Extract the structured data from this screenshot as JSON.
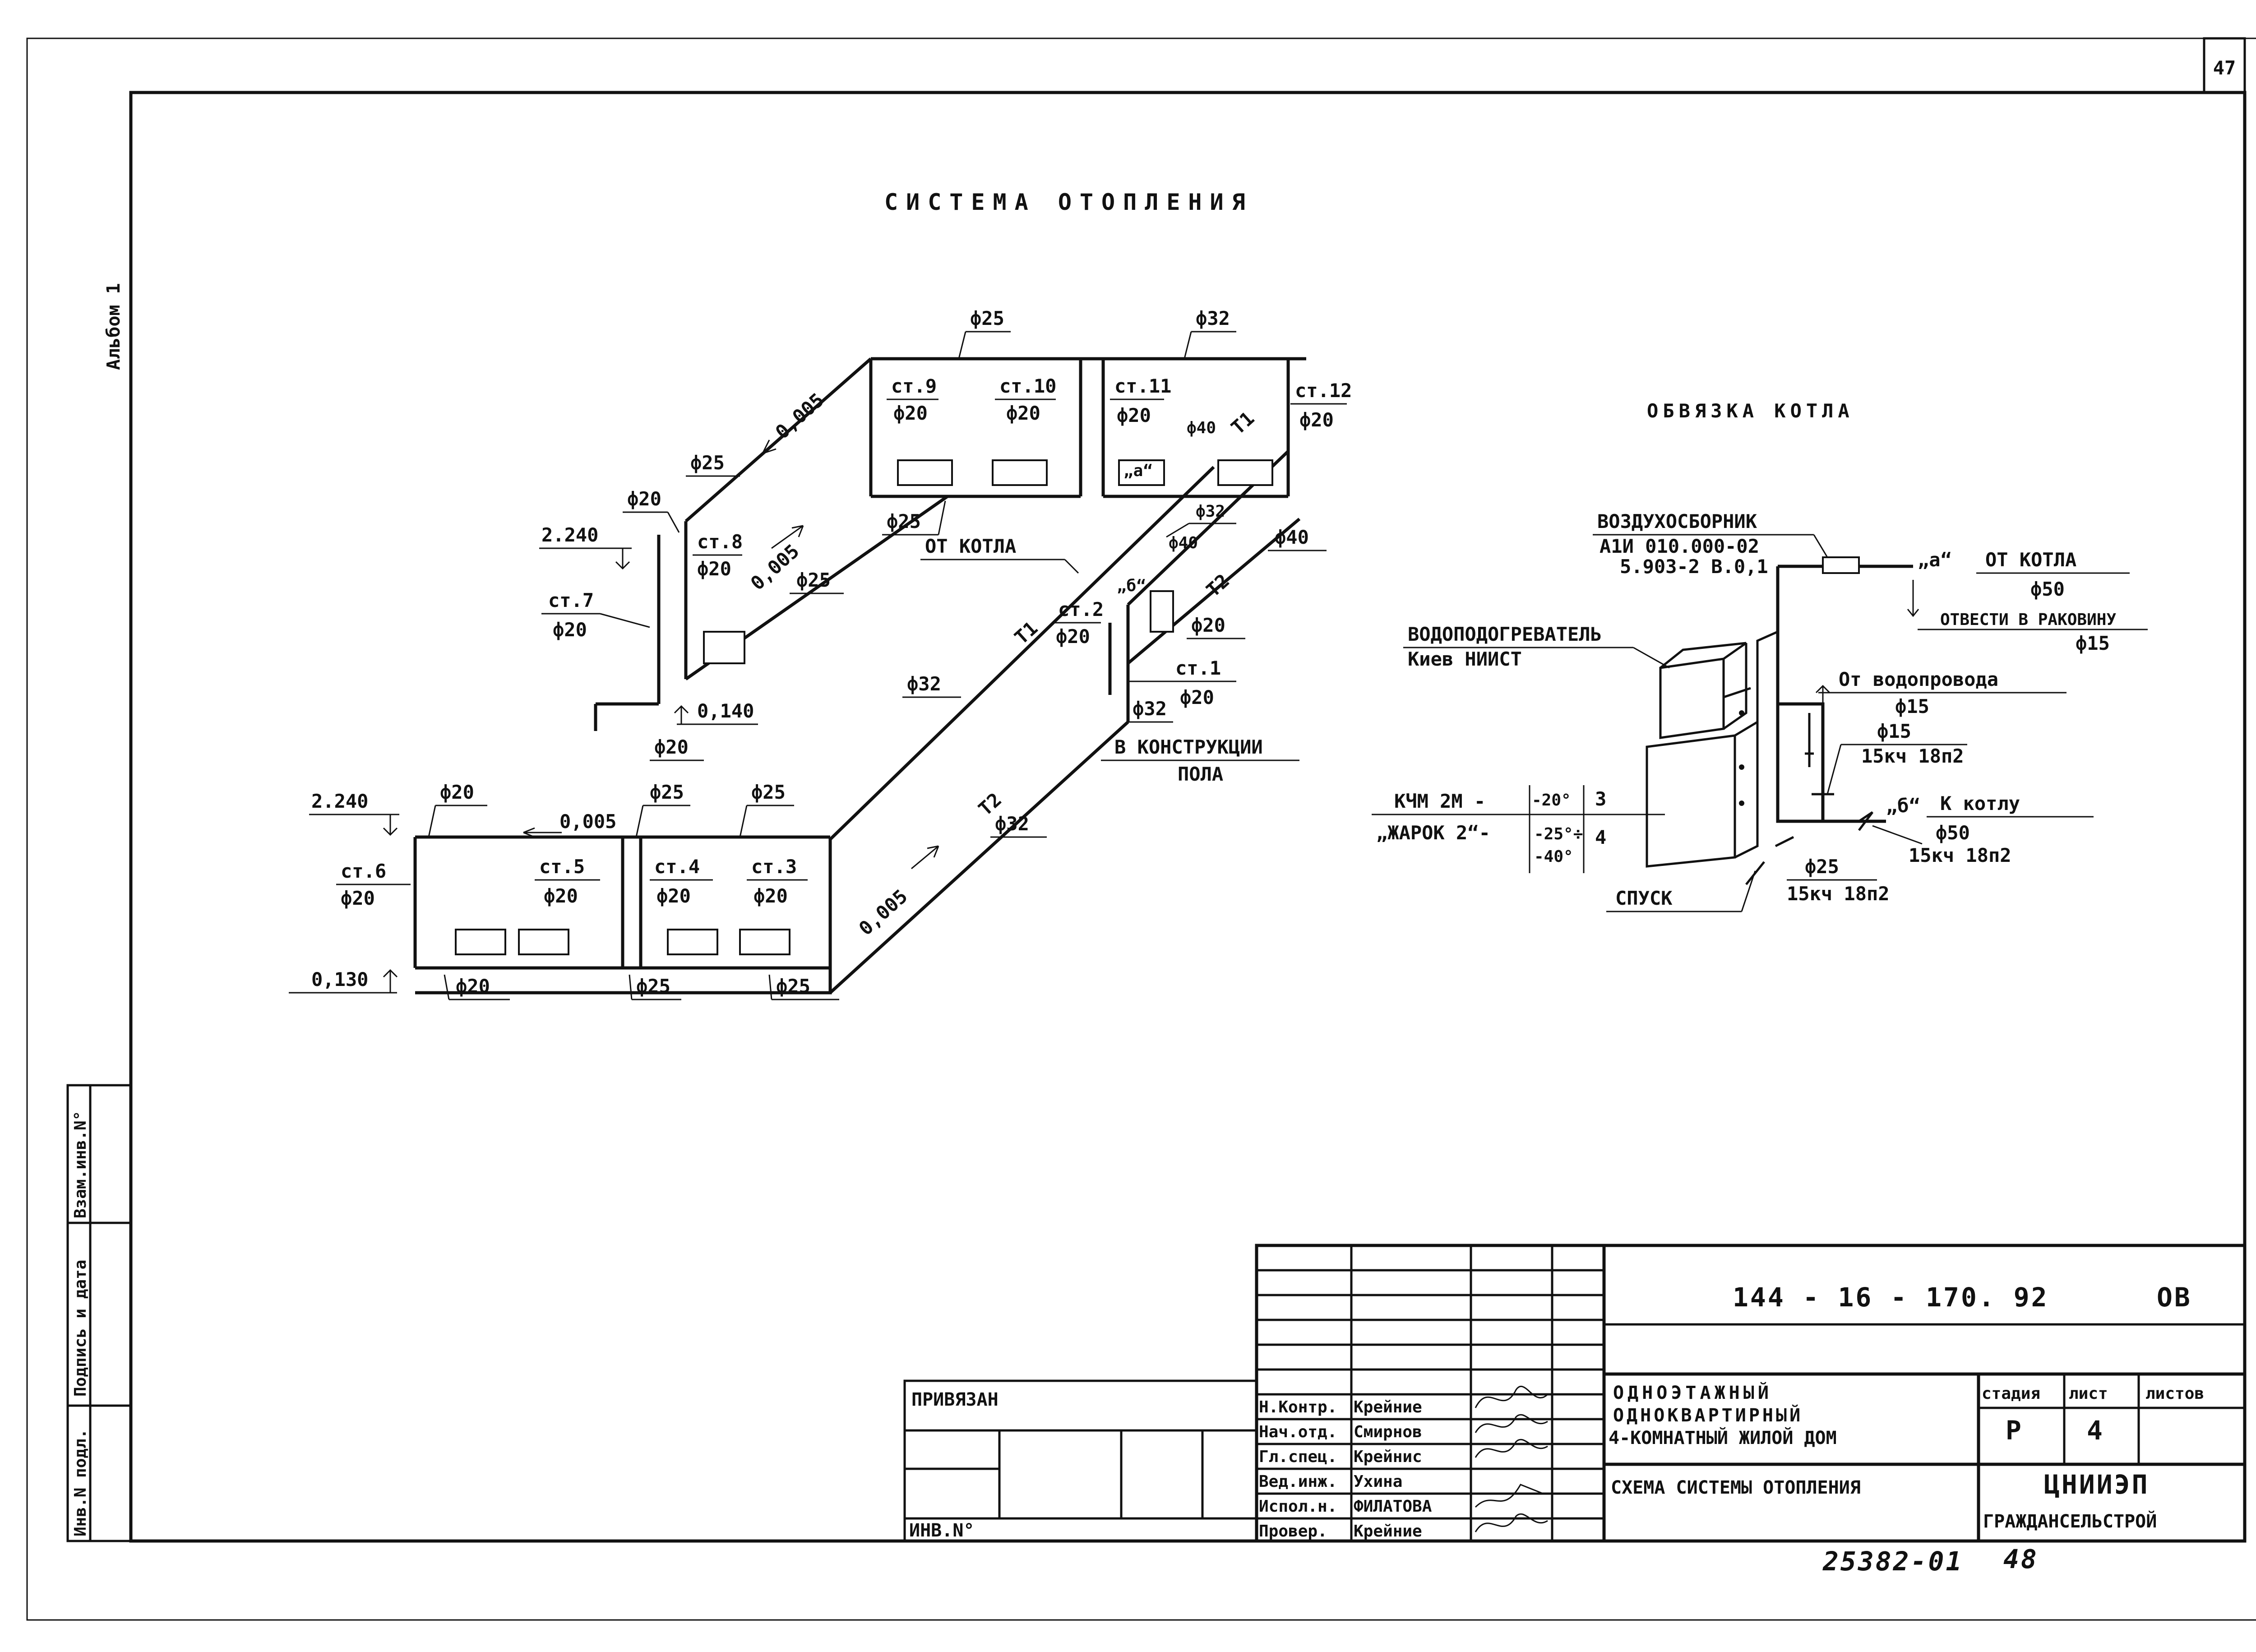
{
  "sheet": {
    "page_number": "47",
    "album": "Альбом 1",
    "bottom_code": "25382-01",
    "bottom_page": "48"
  },
  "heating": {
    "title": "СИСТЕМА ОТОПЛЕНИЯ",
    "risers": [
      {
        "name": "ст.9",
        "dia": "ф20"
      },
      {
        "name": "ст.10",
        "dia": "ф20"
      },
      {
        "name": "ст.11",
        "dia": "ф20"
      },
      {
        "name": "ст.12",
        "dia": "ф20"
      },
      {
        "name": "ст.8",
        "dia": "ф20"
      },
      {
        "name": "ст.7",
        "dia": "ф20"
      },
      {
        "name": "ст.2",
        "dia": "ф20"
      },
      {
        "name": "ст.1",
        "dia": "ф20"
      },
      {
        "name": "ст.6",
        "dia": "ф20"
      },
      {
        "name": "ст.5",
        "dia": "ф20"
      },
      {
        "name": "ст.4",
        "dia": "ф20"
      },
      {
        "name": "ст.3",
        "dia": "ф20"
      }
    ],
    "pipe_labels": [
      "ф25",
      "ф32",
      "ф25",
      "ф20",
      "ф25",
      "ф25",
      "ф40",
      "ф32",
      "ф40",
      "ф40",
      "ф32",
      "ф32",
      "ф20",
      "ф20",
      "ф25",
      "ф25",
      "ф32",
      "ф20",
      "ф25",
      "ф25"
    ],
    "slopes": [
      "0,005",
      "0,005",
      "0,005",
      "0,005"
    ],
    "levels": [
      "2.240",
      "0,140",
      "2.240",
      "0,130"
    ],
    "mains": [
      "Т1",
      "Т2",
      "Т1",
      "Т2"
    ],
    "from_boiler": "ОТ КОТЛА",
    "into_floor_1": "В КОНСТРУКЦИИ",
    "into_floor_2": "ПОЛА",
    "marker_a": "„а“",
    "marker_b": "„б“"
  },
  "boiler": {
    "title": "ОБВЯЗКА КОТЛА",
    "air_collector": "ВОЗДУХОСБОРНИК",
    "air_ref1": "А1И 010.000-02",
    "air_ref2": "5.903-2 В.0,1",
    "heater": "ВОДОПОДОГРЕВАТЕЛЬ",
    "heater_ref": "Киев НИИСТ",
    "marker_a": "„а“",
    "marker_b": "„б“",
    "from_boiler": "ОТ КОТЛА",
    "from_boiler_dia": "ф50",
    "drain_sink": "ОТВЕСТИ В РАКОВИНУ",
    "drain_sink_dia": "ф15",
    "from_water": "От водопровода",
    "from_water_dia": "ф15",
    "valve1_dia": "ф15",
    "valve1": "15кч 18п2",
    "to_boiler": "К котлу",
    "to_boiler_dia": "ф50",
    "valve2": "15кч 18п2",
    "drain_dia": "ф25",
    "valve3": "15кч 18п2",
    "drain": "СПУСК",
    "model1": "КЧМ 2М -",
    "model2": "„ЖАРОК 2“-",
    "t1": "-20°",
    "t2": "-25°÷",
    "t3": "-40°",
    "n1": "3",
    "n2": "4"
  },
  "title_block": {
    "doc_code": "144 - 16 - 170. 92",
    "section": "ОВ",
    "privyazan": "ПРИВЯЗАН",
    "inv_no": "ИНВ.N°",
    "roles": [
      "Н.Контр.",
      "Нач.отд.",
      "Гл.спец.",
      "Вед.инж.",
      "Испол.н.",
      "Провер."
    ],
    "names": [
      "Крейние",
      "Смирнов",
      "Крейнис",
      "Ухина",
      "ФИЛАТОВА",
      "Крейние"
    ],
    "building1": "ОДНОЭТАЖНЫЙ",
    "building2": "ОДНОКВАРТИРНЫЙ",
    "building3": "4-КОМНАТНЫЙ ЖИЛОЙ ДОМ",
    "sheet_title": "СХЕМА СИСТЕМЫ ОТОПЛЕНИЯ",
    "stage_h": "стадия",
    "list_h": "лист",
    "lists_h": "листов",
    "stage": "Р",
    "list": "4",
    "org1": "ЦНИИЭП",
    "org2": "ГРАЖДАНСЕЛЬСТРОЙ"
  },
  "side_stamp": {
    "col1": "Инв.N подл.",
    "col2": "Подпись и дата",
    "col3": "Взам.инв.N°"
  }
}
